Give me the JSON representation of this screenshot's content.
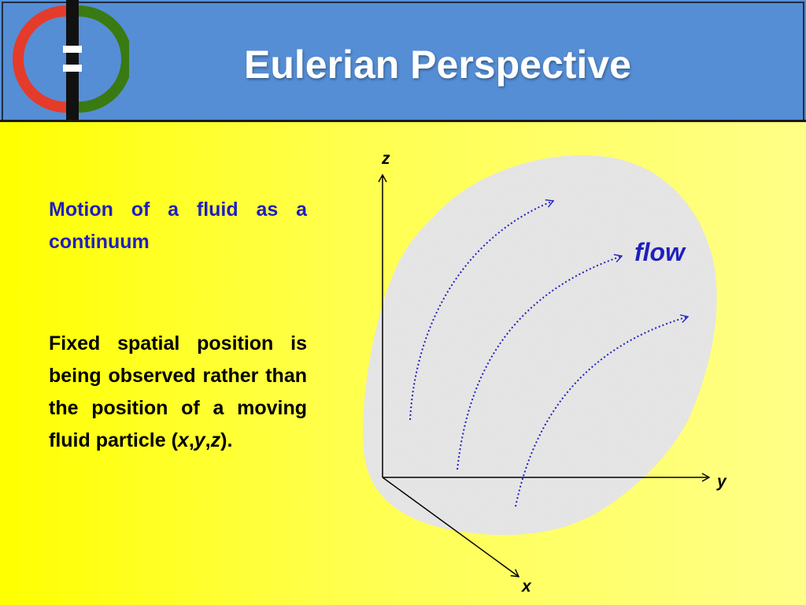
{
  "header": {
    "title": "Eulerian Perspective",
    "background_color": "#558ed5",
    "logo": {
      "icon": "fluid-logo-icon",
      "colors": {
        "left_arc": "#e53b2b",
        "right_arc": "#3a7a12",
        "bar": "#111111"
      }
    }
  },
  "body": {
    "motion_text": "Motion of a fluid as a continuum",
    "fixed_text": {
      "prefix": "Fixed spatial position is being observed rather than the position of a moving fluid particle (",
      "x": "x",
      "sep1": ",",
      "y": "y",
      "sep2": ",",
      "z": "z",
      "suffix": ")."
    },
    "text_color_blue": "#1f1fbf"
  },
  "diagram": {
    "axes": {
      "z_label": "z",
      "y_label": "y",
      "x_label": "x"
    },
    "flow_label": "flow",
    "streamline_color": "#1f1fbf",
    "blob_color": "#ececec"
  }
}
